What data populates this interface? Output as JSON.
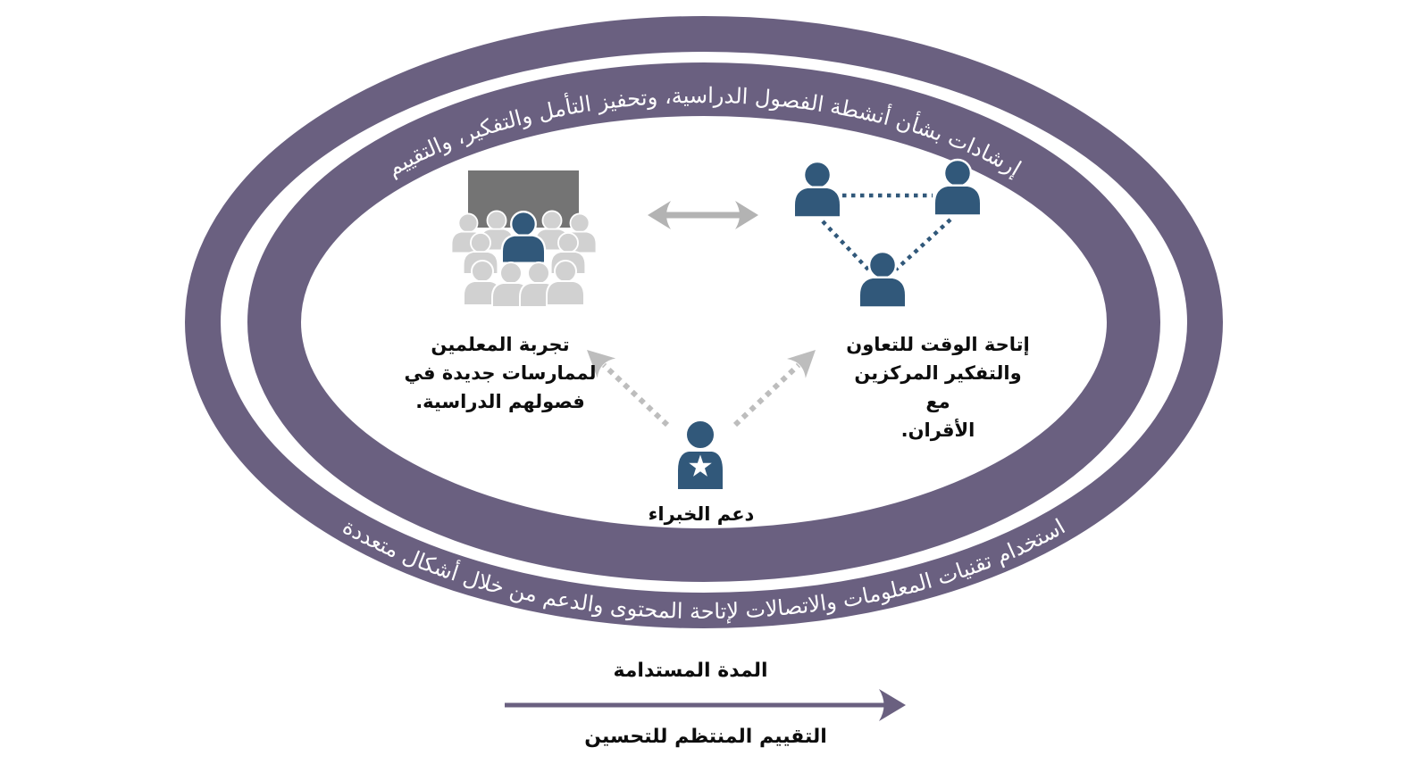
{
  "colors": {
    "ring_purple": "#6a6080",
    "person_blue": "#31587a",
    "person_gray": "#d1d1d1",
    "board_gray": "#747474",
    "arrow_gray": "#b3b3b3",
    "dotted_gray": "#bdbdbd",
    "ring_text_white": "#ffffff"
  },
  "rings": {
    "top_text": "إرشادات بشأن أنشطة الفصول الدراسية، وتحفيز التأمل والتفكير، والتقييم",
    "bottom_text": "استخدام تقنيات المعلومات والاتصالات لإتاحة المحتوى والدعم من خلال أشكال متعددة"
  },
  "nodes": {
    "classroom": {
      "icon": "classroom-audience-icon",
      "label_lines": [
        "تجربة المعلمين",
        "لممارسات جديدة في",
        "فصولهم الدراسية."
      ]
    },
    "peers": {
      "icon": "peer-network-icon",
      "label_lines": [
        "إتاحة الوقت للتعاون",
        "والتفكير المركزين مع",
        "الأقران."
      ]
    },
    "expert": {
      "icon": "expert-star-person-icon",
      "label": "دعم الخبراء"
    }
  },
  "timeline": {
    "above_label": "المدة المستدامة",
    "below_label": "التقييم المنتظم للتحسين"
  }
}
